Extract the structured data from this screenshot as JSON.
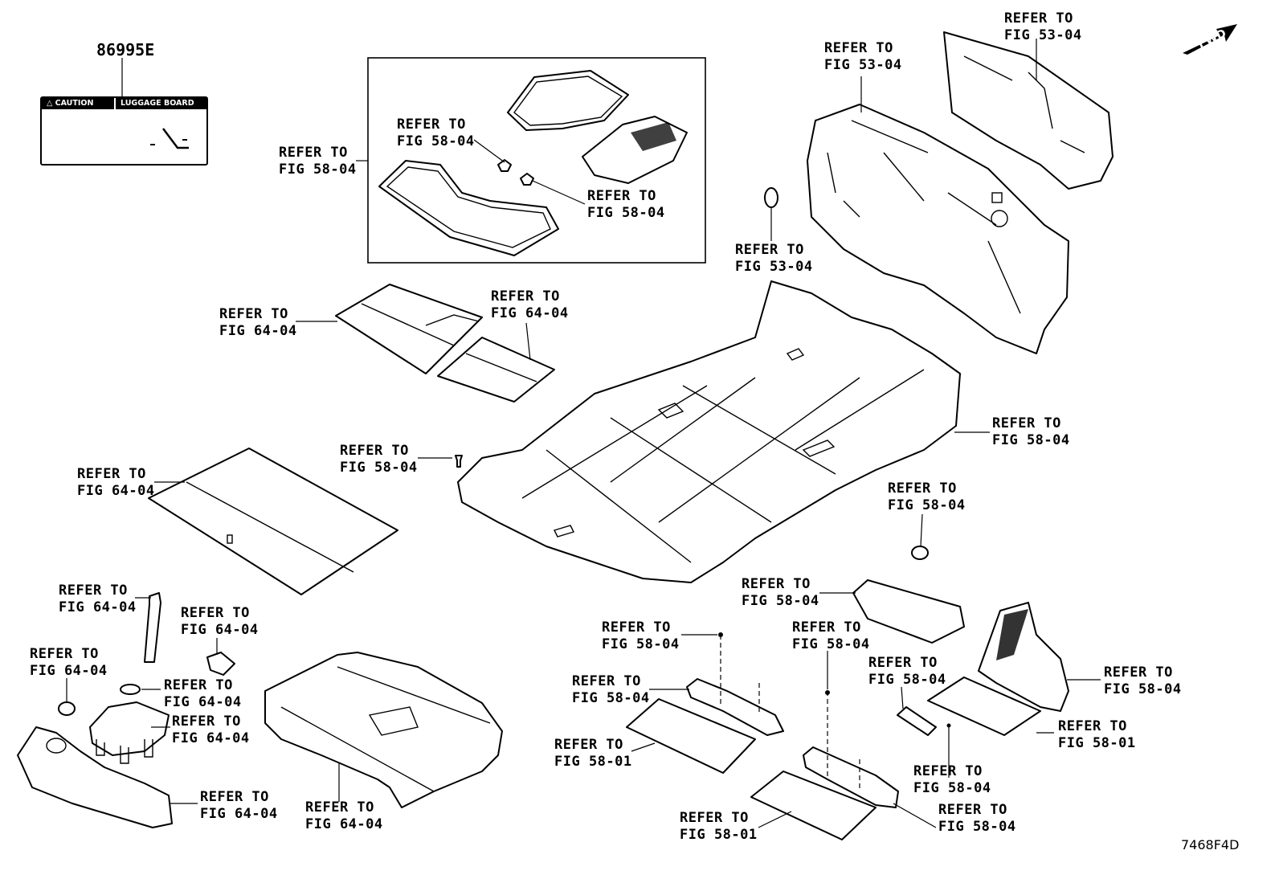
{
  "part_number": "86995E",
  "diagram_code": "7468F4D",
  "fwd_badge": "FWD",
  "caution_label": {
    "caution_text": "CAUTION",
    "board_text": "LUGGAGE BOARD"
  },
  "callouts": [
    {
      "line1": "REFER TO",
      "line2": "FIG 53-04"
    },
    {
      "line1": "REFER TO",
      "line2": "FIG 53-04"
    },
    {
      "line1": "REFER TO",
      "line2": "FIG 58-04"
    },
    {
      "line1": "REFER TO",
      "line2": "FIG 58-04"
    },
    {
      "line1": "REFER TO",
      "line2": "FIG 58-04"
    },
    {
      "line1": "REFER TO",
      "line2": "FIG 53-04"
    },
    {
      "line1": "REFER TO",
      "line2": "FIG 64-04"
    },
    {
      "line1": "REFER TO",
      "line2": "FIG 64-04"
    },
    {
      "line1": "REFER TO",
      "line2": "FIG 58-04"
    },
    {
      "line1": "REFER TO",
      "line2": "FIG 58-04"
    },
    {
      "line1": "REFER TO",
      "line2": "FIG 64-04"
    },
    {
      "line1": "REFER TO",
      "line2": "FIG 58-04"
    },
    {
      "line1": "REFER TO",
      "line2": "FIG 58-04"
    },
    {
      "line1": "REFER TO",
      "line2": "FIG 64-04"
    },
    {
      "line1": "REFER TO",
      "line2": "FIG 64-04"
    },
    {
      "line1": "REFER TO",
      "line2": "FIG 58-04"
    },
    {
      "line1": "REFER TO",
      "line2": "FIG 58-04"
    },
    {
      "line1": "REFER TO",
      "line2": "FIG 64-04"
    },
    {
      "line1": "REFER TO",
      "line2": "FIG 58-04"
    },
    {
      "line1": "REFER TO",
      "line2": "FIG 58-04"
    },
    {
      "line1": "REFER TO",
      "line2": "FIG 64-04"
    },
    {
      "line1": "REFER TO",
      "line2": "FIG 64-04"
    },
    {
      "line1": "REFER TO",
      "line2": "FIG 58-01"
    },
    {
      "line1": "REFER TO",
      "line2": "FIG 58-01"
    },
    {
      "line1": "REFER TO",
      "line2": "FIG 58-04"
    },
    {
      "line1": "REFER TO",
      "line2": "FIG 64-04"
    },
    {
      "line1": "REFER TO",
      "line2": "FIG 64-04"
    },
    {
      "line1": "REFER TO",
      "line2": "FIG 58-01"
    },
    {
      "line1": "REFER TO",
      "line2": "FIG 58-04"
    }
  ]
}
